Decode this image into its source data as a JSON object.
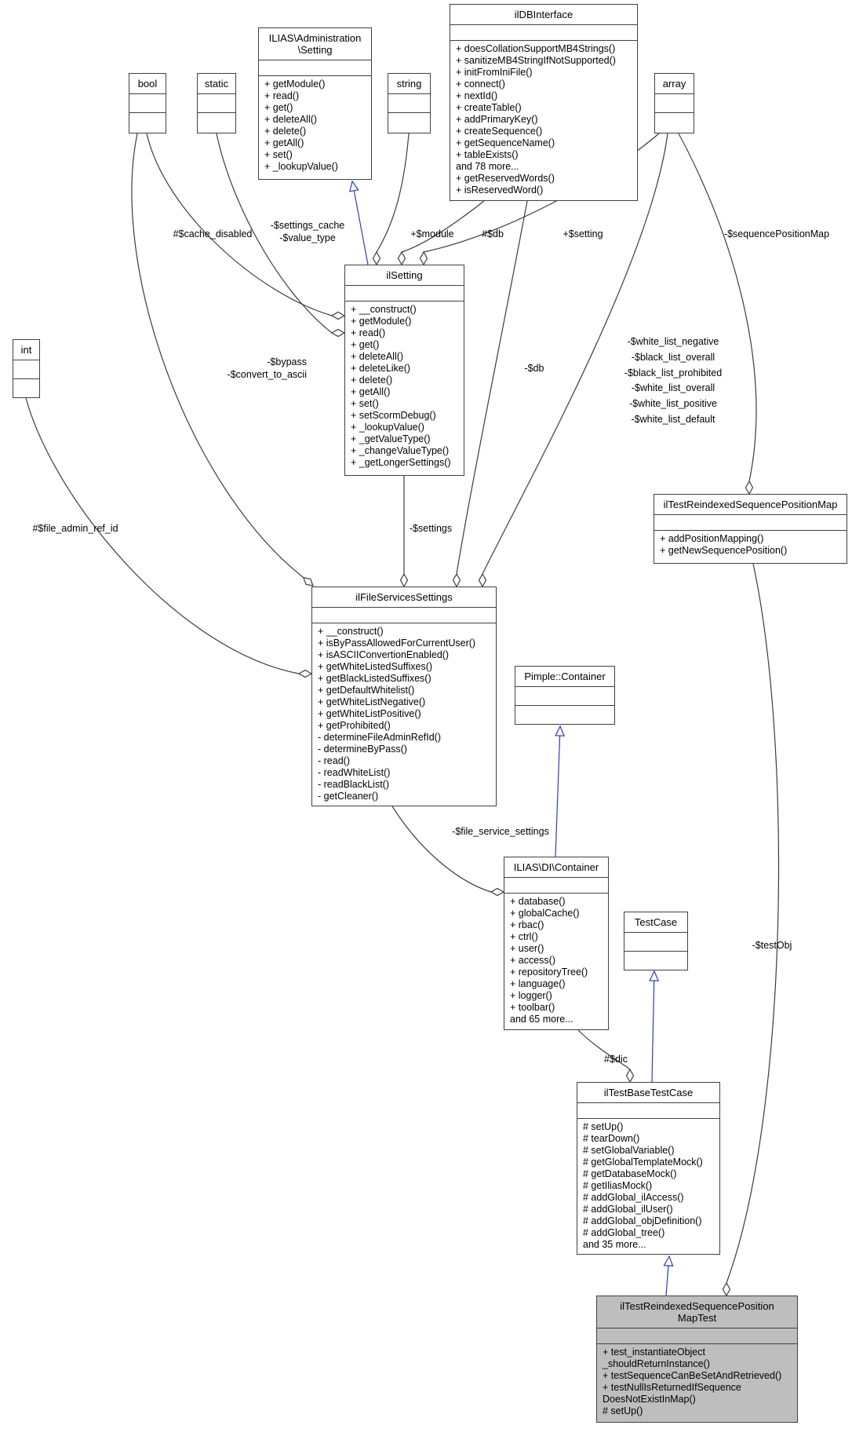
{
  "diagram": {
    "classes": {
      "bool": {
        "name": "bool"
      },
      "static": {
        "name": "static"
      },
      "string": {
        "name": "string"
      },
      "array": {
        "name": "array"
      },
      "int": {
        "name": "int"
      },
      "admin_setting": {
        "name": "ILIAS\\Administration\n\\Setting",
        "methods": [
          "+ getModule()",
          "+ read()",
          "+ get()",
          "+ deleteAll()",
          "+ delete()",
          "+ getAll()",
          "+ set()",
          "+ _lookupValue()"
        ]
      },
      "db_interface": {
        "name": "ilDBInterface",
        "methods": [
          "+ doesCollationSupportMB4Strings()",
          "+ sanitizeMB4StringIfNotSupported()",
          "+ initFromIniFile()",
          "+ connect()",
          "+ nextId()",
          "+ createTable()",
          "+ addPrimaryKey()",
          "+ createSequence()",
          "+ getSequenceName()",
          "+ tableExists()",
          "and 78 more...",
          "+ getReservedWords()",
          "+ isReservedWord()"
        ]
      },
      "il_setting": {
        "name": "ilSetting",
        "methods": [
          "+ __construct()",
          "+ getModule()",
          "+ read()",
          "+ get()",
          "+ deleteAll()",
          "+ deleteLike()",
          "+ delete()",
          "+ getAll()",
          "+ set()",
          "+ setScormDebug()",
          "+ _lookupValue()",
          "+ _getValueType()",
          "+ _changeValueType()",
          "+ _getLongerSettings()"
        ]
      },
      "seq_map": {
        "name": "ilTestReindexedSequencePositionMap",
        "methods": [
          "+ addPositionMapping()",
          "+ getNewSequencePosition()"
        ]
      },
      "file_services": {
        "name": "ilFileServicesSettings",
        "methods": [
          "+ __construct()",
          "+ isByPassAllowedForCurrentUser()",
          "+ isASCIIConvertionEnabled()",
          "+ getWhiteListedSuffixes()",
          "+ getBlackListedSuffixes()",
          "+ getDefaultWhitelist()",
          "+ getWhiteListNegative()",
          "+ getWhiteListPositive()",
          "+ getProhibited()",
          "- determineFileAdminRefId()",
          "- determineByPass()",
          "- read()",
          "- readWhiteList()",
          "- readBlackList()",
          "- getCleaner()"
        ]
      },
      "pimple": {
        "name": "Pimple::Container"
      },
      "di_container": {
        "name": "ILIAS\\DI\\Container",
        "methods": [
          "+ database()",
          "+ globalCache()",
          "+ rbac()",
          "+ ctrl()",
          "+ user()",
          "+ access()",
          "+ repositoryTree()",
          "+ language()",
          "+ logger()",
          "+ toolbar()",
          "and 65 more..."
        ]
      },
      "testcase": {
        "name": "TestCase"
      },
      "base_test": {
        "name": "ilTestBaseTestCase",
        "methods": [
          "# setUp()",
          "# tearDown()",
          "# setGlobalVariable()",
          "# getGlobalTemplateMock()",
          "# getDatabaseMock()",
          "# getIliasMock()",
          "# addGlobal_ilAccess()",
          "# addGlobal_ilUser()",
          "# addGlobal_objDefinition()",
          "# addGlobal_tree()",
          "and 35 more..."
        ]
      },
      "map_test": {
        "name": "ilTestReindexedSequencePosition\nMapTest",
        "methods": [
          "+ test_instantiateObject\n_shouldReturnInstance()",
          "+ testSequenceCanBeSetAndRetrieved()",
          "+ testNullIsReturnedIfSequence\nDoesNotExistInMap()",
          "# setUp()"
        ]
      }
    },
    "edge_labels": {
      "cache_disabled": "#$cache_disabled",
      "settings_cache": "-$settings_cache\n-$value_type",
      "module": "+$module",
      "db_setting": "#$db",
      "setting": "+$setting",
      "sequence_position_map": "-$sequencePositionMap",
      "bypass": "-$bypass\n-$convert_to_ascii",
      "db_fss": "-$db",
      "white_lists": "-$white_list_negative\n-$black_list_overall\n-$black_list_prohibited\n-$white_list_overall\n-$white_list_positive\n-$white_list_default",
      "file_admin_ref_id": "#$file_admin_ref_id",
      "settings": "-$settings",
      "file_service_settings": "-$file_service_settings",
      "dic": "#$dic",
      "test_obj": "-$testObj"
    },
    "colors": {
      "box_border": "#404040",
      "box_bg": "#ffffff",
      "highlight_bg": "#bebebe",
      "member_edge": "#3c3c3c",
      "inheritance_edge": "#2e3eb8",
      "text": "#000000"
    }
  }
}
